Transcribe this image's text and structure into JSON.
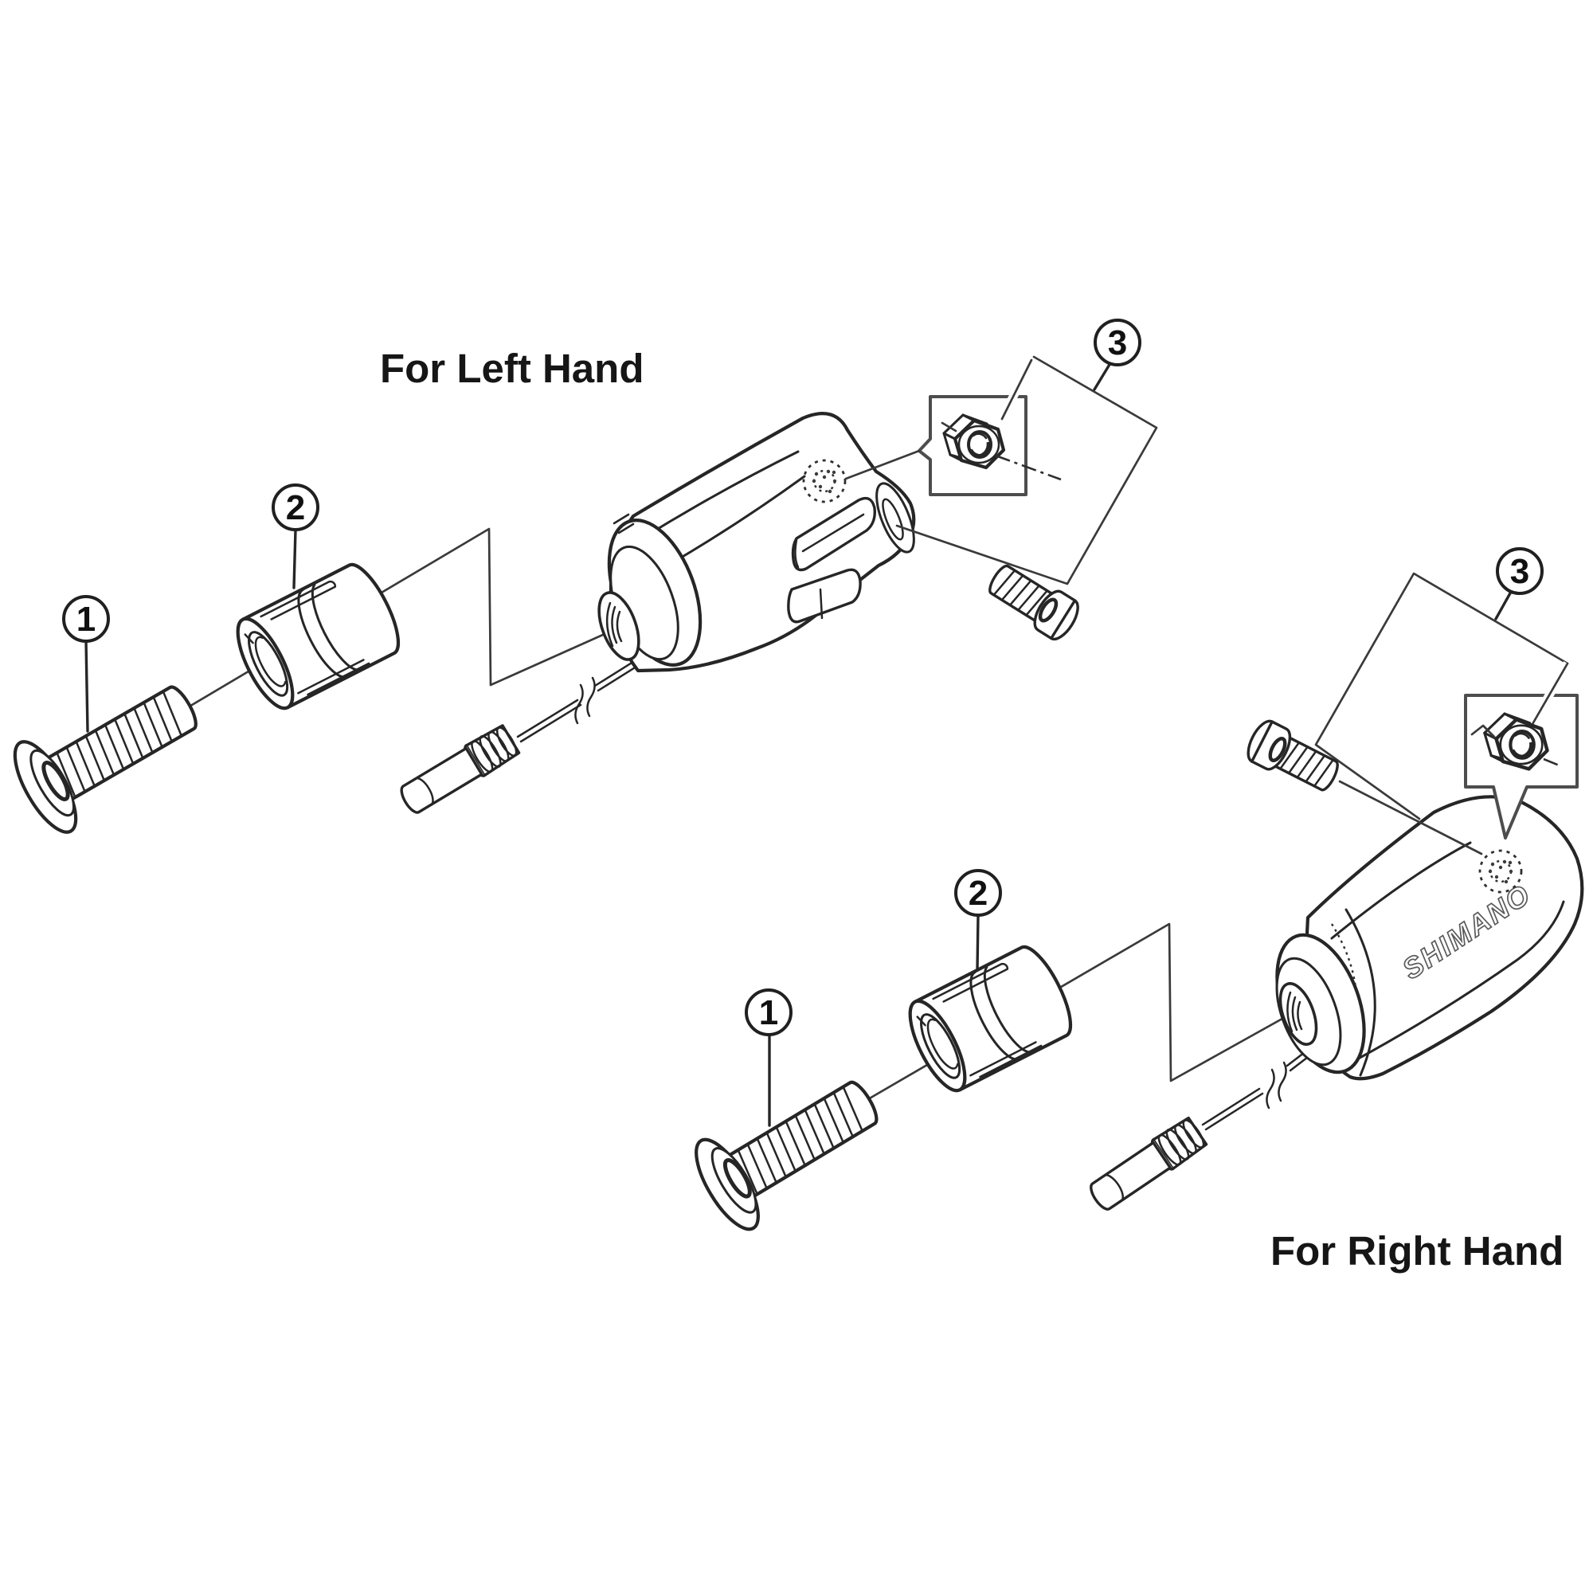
{
  "colors": {
    "line": "#262626",
    "thin": "#3a3a3a",
    "box": "#4d4d4d",
    "txt": "#161616",
    "logostroke": "#5a5a5a",
    "bg": "#ffffff"
  },
  "diagram": {
    "left": {
      "title": "For Left Hand",
      "callouts": {
        "bolt": "1",
        "sleeve": "2",
        "nut_screw": "3"
      }
    },
    "right": {
      "title": "For Right Hand",
      "callouts": {
        "bolt": "1",
        "sleeve": "2",
        "nut_screw": "3"
      }
    },
    "logo": "SHIMANO"
  }
}
